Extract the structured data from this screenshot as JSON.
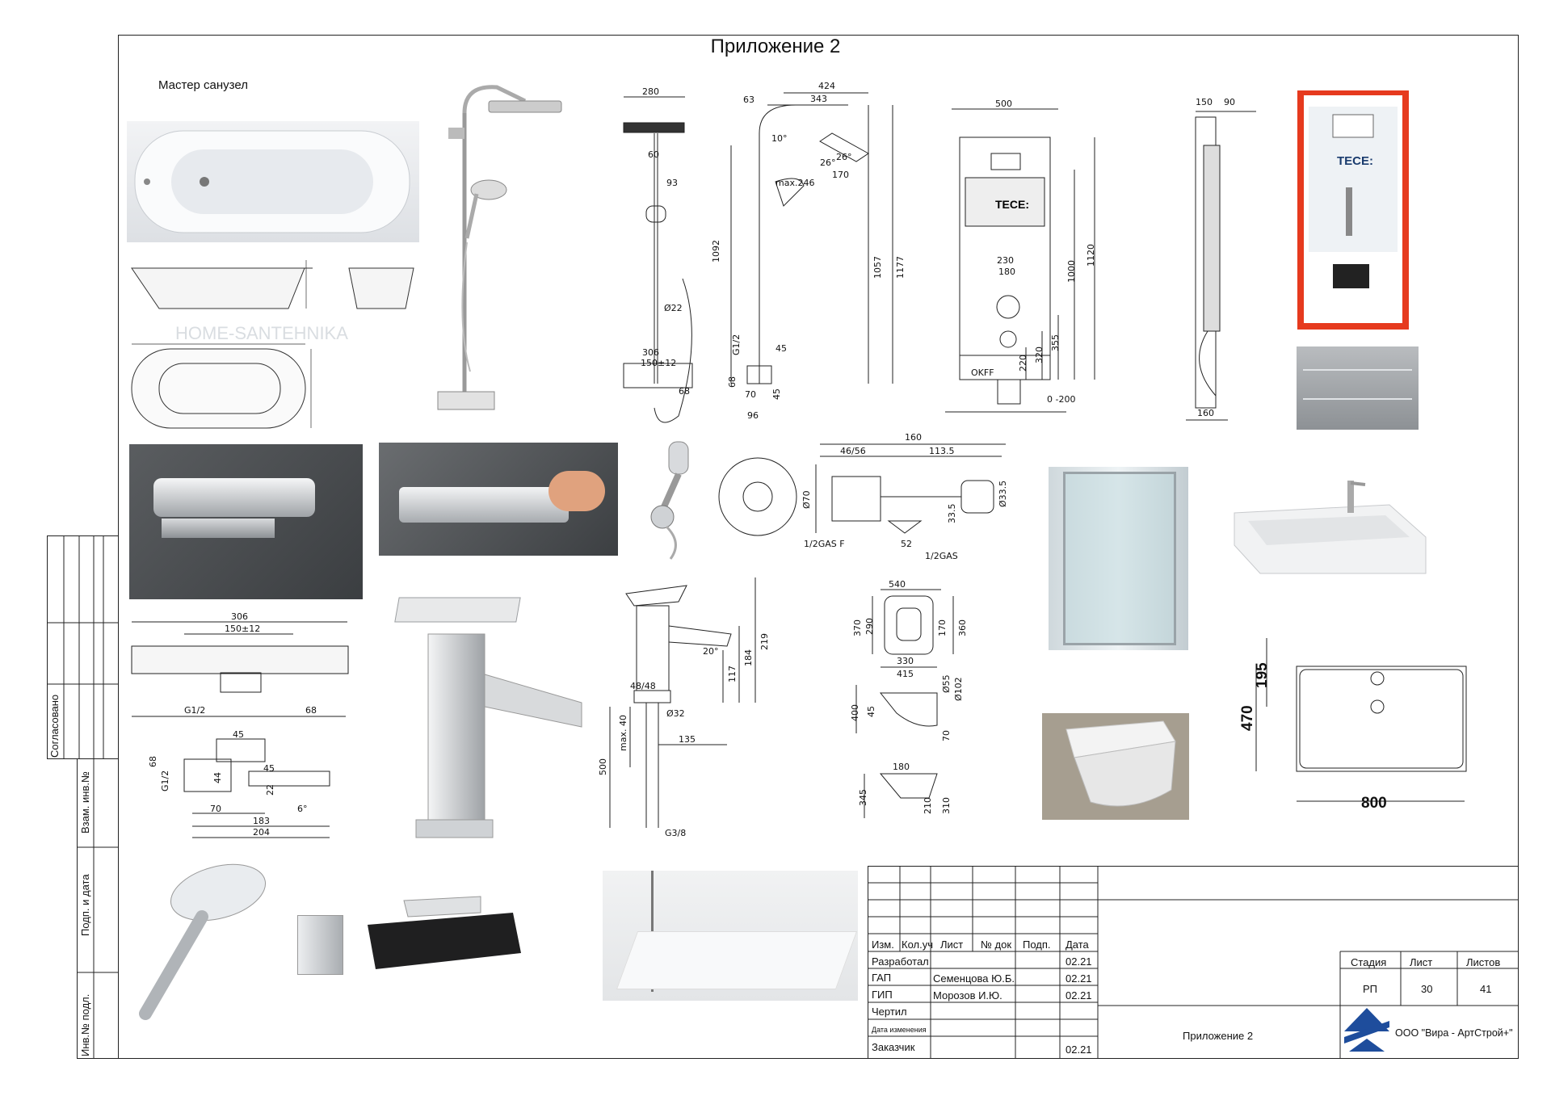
{
  "sheet": {
    "title": "Приложение 2",
    "room_label": "Мастер санузел",
    "watermark": "HOME-SANTEHNIKA"
  },
  "side_strip": {
    "agreed": "Согласовано",
    "replace_inv": "Взам. инв.№",
    "sign_date": "Подп. и дата",
    "inv_orig": "Инв.№ подл."
  },
  "title_block": {
    "headers": {
      "izm": "Изм.",
      "kol": "Кол.уч",
      "list": "Лист",
      "doc": "№ док",
      "sign": "Подп.",
      "date": "Дата"
    },
    "rows": [
      {
        "role": "Разработал",
        "name": "",
        "date": "02.21"
      },
      {
        "role": "ГАП",
        "name": "Семенцова Ю.Б.",
        "date": "02.21"
      },
      {
        "role": "ГИП",
        "name": "Морозов И.Ю.",
        "date": "02.21"
      },
      {
        "role": "Чертил",
        "name": "",
        "date": ""
      },
      {
        "role": "Дата изменения",
        "name": "",
        "date": ""
      },
      {
        "role": "Заказчик",
        "name": "",
        "date": "02.21"
      }
    ],
    "stage_label": "Стадия",
    "sheet_label": "Лист",
    "sheets_label": "Листов",
    "stage": "РП",
    "sheet": "30",
    "sheets": "41",
    "doc_name": "Приложение 2",
    "company": "ООО \"Вира - АртСтрой+\""
  },
  "logos": {
    "tece": "TECE:"
  },
  "dimensions": {
    "shower_top": [
      "280",
      "424",
      "343",
      "63",
      "60",
      "93",
      "max.246",
      "170",
      "26°",
      "26°",
      "10°"
    ],
    "shower_side": [
      "1092",
      "1057",
      "1177",
      "Ø22",
      "306",
      "150±12",
      "45",
      "68",
      "G1/2",
      "70",
      "96",
      "45",
      "68"
    ],
    "frame_front": [
      "500",
      "230",
      "180",
      "1000",
      "1120",
      "355",
      "320",
      "220",
      "0 -200",
      "OKFF"
    ],
    "frame_side": [
      "150",
      "90",
      "160"
    ],
    "bidet": [
      "160",
      "46/56",
      "113.5",
      "Ø70",
      "33.5",
      "Ø33.5",
      "1/2GAS F",
      "52",
      "1/2GAS"
    ],
    "thermostat": [
      "306",
      "150±12",
      "G1/2",
      "68",
      "45",
      "44",
      "45",
      "22",
      "G1/2",
      "68",
      "70",
      "183",
      "204",
      "6°"
    ],
    "faucet": [
      "48/48",
      "Ø32",
      "135",
      "219",
      "184",
      "117",
      "20°",
      "500",
      "max. 40",
      "G3/8"
    ],
    "toilet": [
      "540",
      "370",
      "290",
      "170",
      "360",
      "330",
      "415",
      "Ø55",
      "Ø102",
      "400",
      "45",
      "70",
      "180",
      "345",
      "210",
      "310"
    ],
    "basin": [
      "195",
      "470",
      "800"
    ]
  }
}
